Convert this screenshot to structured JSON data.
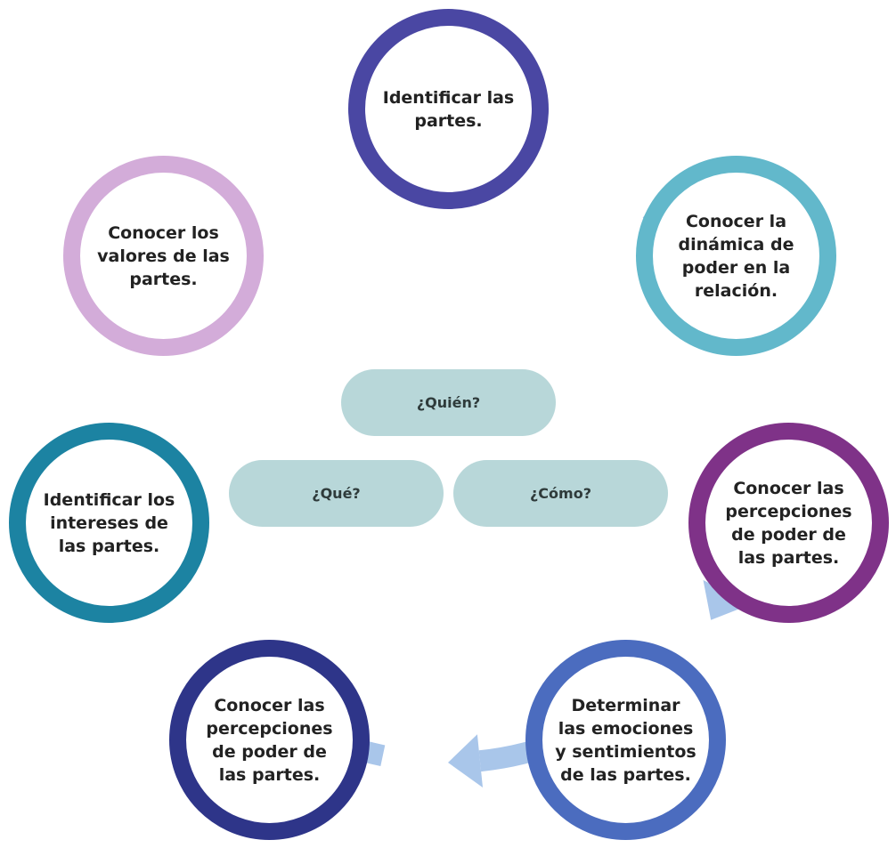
{
  "colors": {
    "arrow": "#a9c6ea",
    "pill": "#b8d7d9"
  },
  "steps": [
    {
      "label": "Identificar las\npartes.",
      "color": "#4a47a3"
    },
    {
      "label": "Conocer la\ndinámica de\npoder en la\nrelación.",
      "color": "#62b8cb"
    },
    {
      "label": "Conocer las\npercepciones\nde poder de\nlas partes.",
      "color": "#7f3288"
    },
    {
      "label": "Determinar\nlas emociones\ny sentimientos\nde las partes.",
      "color": "#4b6cbf"
    },
    {
      "label": "Conocer las\npercepciones\nde poder de\nlas partes.",
      "color": "#2e3589"
    },
    {
      "label": "Identificar los\nintereses de\nlas partes.",
      "color": "#1c83a2"
    },
    {
      "label": "Conocer los\nvalores de las\npartes.",
      "color": "#d3acd9"
    }
  ],
  "questions": [
    "¿Quién?",
    "¿Qué?",
    "¿Cómo?"
  ]
}
